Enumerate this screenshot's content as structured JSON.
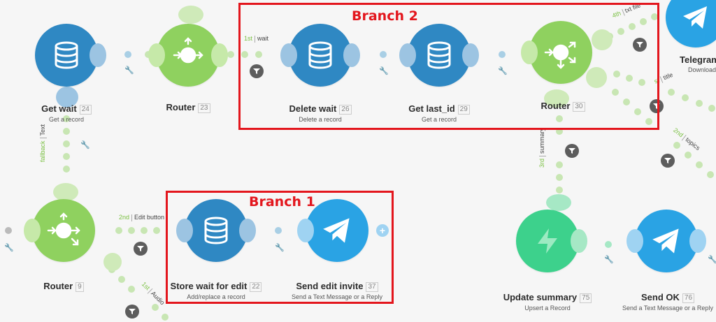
{
  "modules": {
    "get_wait": {
      "name": "Get wait",
      "id": "24",
      "sub": "Get a record"
    },
    "router_23": {
      "name": "Router",
      "id": "23"
    },
    "delete_wait": {
      "name": "Delete wait",
      "id": "26",
      "sub": "Delete a record"
    },
    "get_last_id": {
      "name": "Get last_id",
      "id": "29",
      "sub": "Get a record"
    },
    "router_30": {
      "name": "Router",
      "id": "30"
    },
    "telegram": {
      "name": "Telegram",
      "sub": "Download a"
    },
    "router_9": {
      "name": "Router",
      "id": "9"
    },
    "store_wait": {
      "name": "Store wait for edit",
      "id": "22",
      "sub": "Add/replace a record"
    },
    "send_edit_invite": {
      "name": "Send edit invite",
      "id": "37",
      "sub": "Send a Text Message or a Reply"
    },
    "update_summary": {
      "name": "Update summary",
      "id": "75",
      "sub": "Upsert a Record"
    },
    "send_ok": {
      "name": "Send OK",
      "id": "76",
      "sub": "Send a Text Message or a Reply"
    }
  },
  "routes": {
    "wait": {
      "n": "1st",
      "t": "wait"
    },
    "txt_file": {
      "n": "4th",
      "t": "txt file"
    },
    "title": {
      "n": "st",
      "t": "title"
    },
    "summary": {
      "n": "3rd",
      "t": "summary"
    },
    "topics": {
      "n": "2nd",
      "t": "topics"
    },
    "fallback_text": {
      "n": "fallback",
      "t": "Text"
    },
    "edit_button": {
      "n": "2nd",
      "t": "Edit button"
    },
    "audio": {
      "n": "1st",
      "t": "Audio"
    }
  },
  "branches": {
    "b1": "Branch 1",
    "b2": "Branch 2"
  },
  "icons": {
    "wrench": "wrench-icon",
    "filter": "filter-icon",
    "database": "database-icon",
    "router": "router-icon",
    "telegram": "telegram-icon",
    "supabase": "supabase-icon"
  },
  "colors": {
    "db": "#2f88c3",
    "router": "#8fd15f",
    "telegram": "#2aa3e4",
    "supabase": "#3dd18c",
    "branch": "#e3161d"
  }
}
